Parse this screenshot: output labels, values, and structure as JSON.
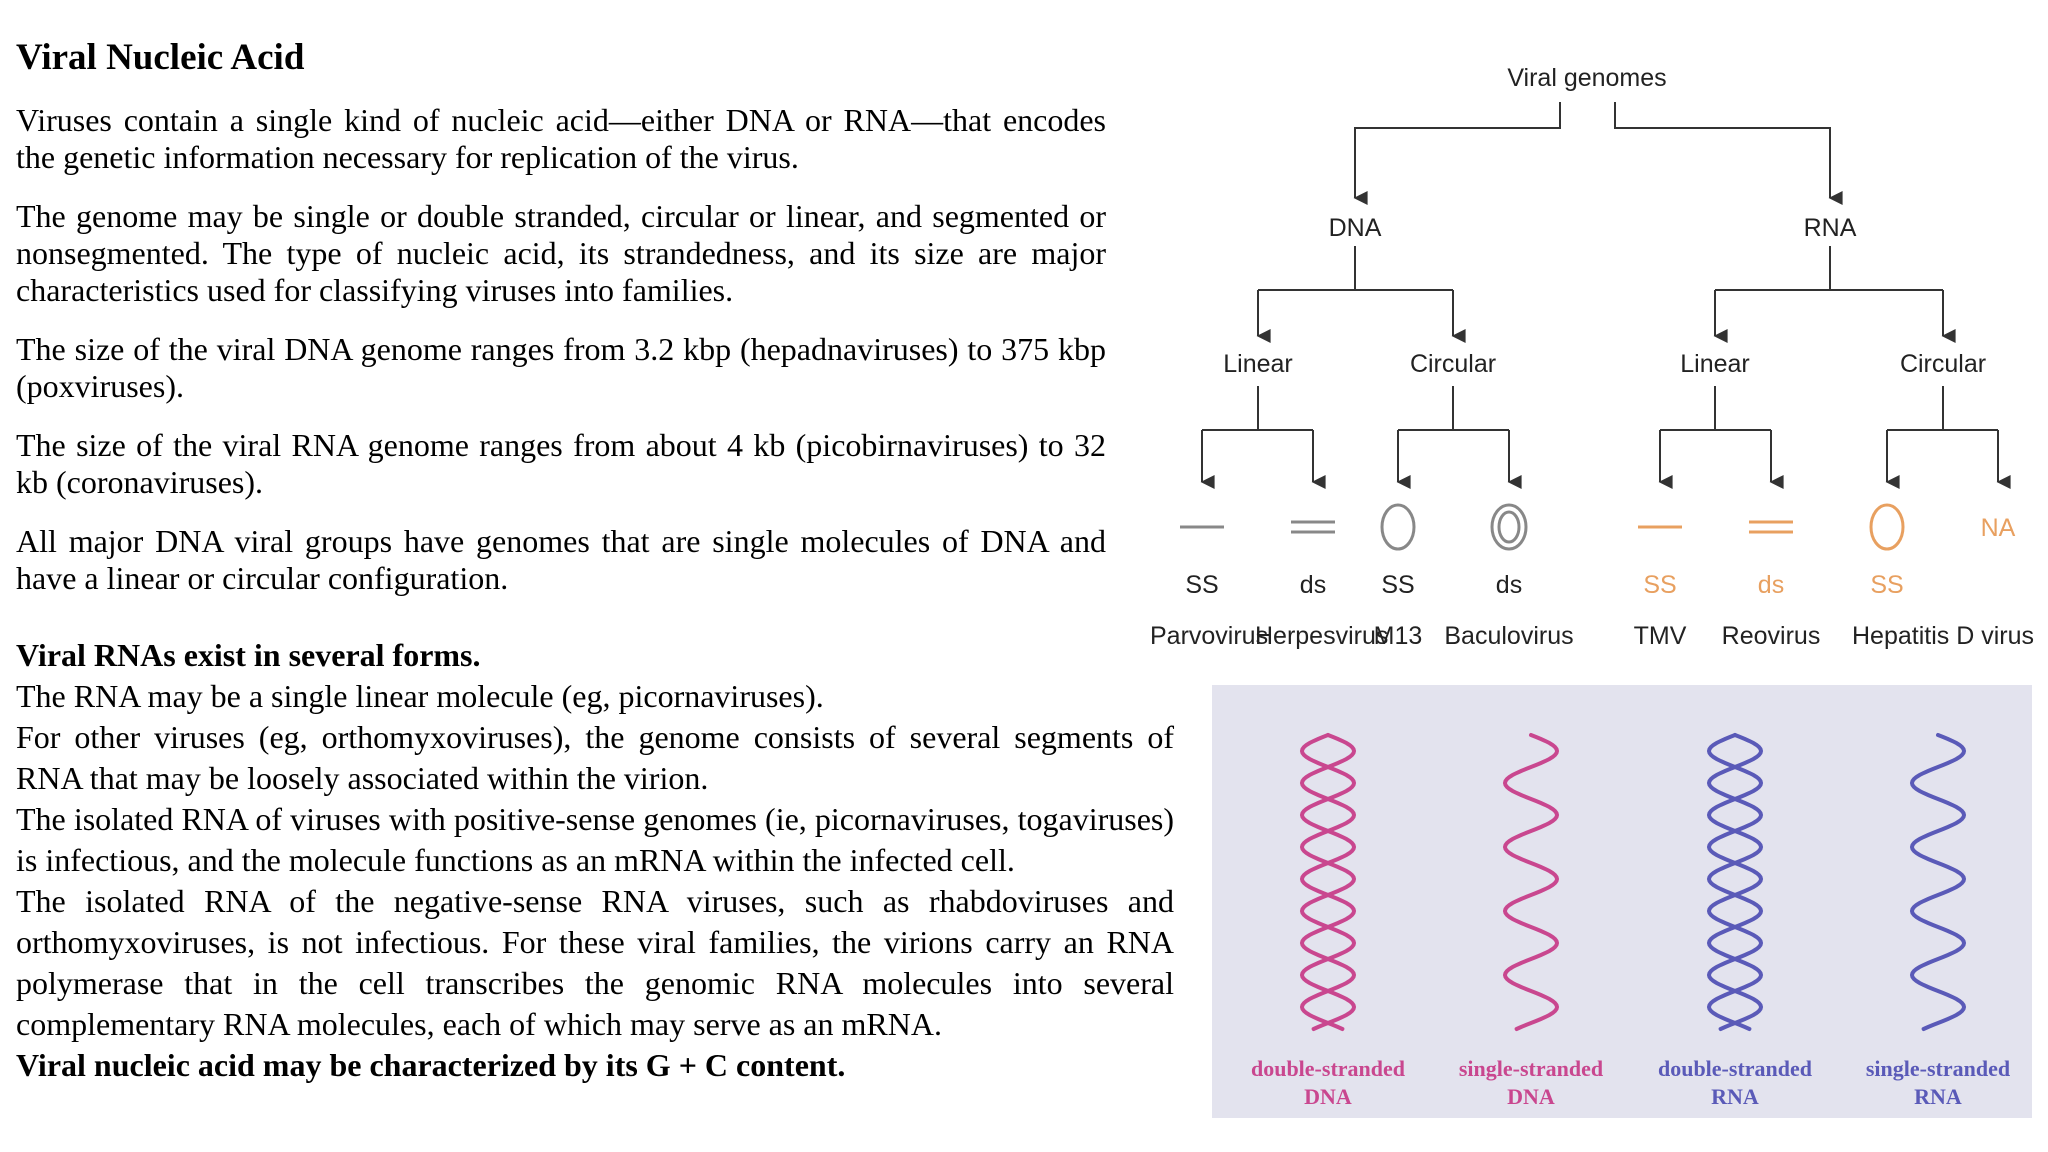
{
  "title": "Viral Nucleic Acid",
  "upper_paragraphs": [
    "Viruses contain a single kind of nucleic acid—either DNA or RNA—that encodes the genetic information necessary for replication of the virus.",
    "The genome may be single or double stranded, circular or linear, and segmented or nonsegmented. The type of nucleic acid, its strandedness, and its size are major characteristics used for classifying viruses into families.",
    "The size of the viral DNA genome ranges from 3.2 kbp (hepadnaviruses) to 375 kbp (poxviruses).",
    "The size of the viral RNA genome ranges from about 4 kb (picobirnaviruses) to 32 kb (coronaviruses).",
    "All major DNA viral groups have genomes that are single molecules of DNA and have a linear or circular configuration."
  ],
  "rna_section": {
    "heading": "Viral RNAs exist in several forms.",
    "lines": [
      "The RNA may be a single linear molecule (eg, picornaviruses).",
      "For other viruses (eg, orthomyxoviruses), the genome consists of several segments of RNA that may be loosely associated within the virion.",
      "The isolated RNA of viruses with positive-sense genomes (ie, picornaviruses, togaviruses) is infectious, and the molecule functions as an mRNA within the infected cell.",
      "The isolated RNA of the negative-sense RNA viruses, such as rhabdoviruses and orthomyxoviruses, is not infectious. For these viral families, the virions carry an RNA polymerase that in the cell transcribes the genomic RNA molecules into several complementary RNA molecules, each of which may serve as an mRNA."
    ],
    "closing": "Viral nucleic acid may be characterized by its G + C content."
  },
  "tree": {
    "root": "Viral genomes",
    "dna": "DNA",
    "rna": "RNA",
    "dna_linear": "Linear",
    "dna_circular": "Circular",
    "rna_linear": "Linear",
    "rna_circular": "Circular",
    "leaves": [
      {
        "strand": "SS",
        "example": "Parvovirus"
      },
      {
        "strand": "ds",
        "example": "Herpesvirus"
      },
      {
        "strand": "SS",
        "example": "M13"
      },
      {
        "strand": "ds",
        "example": "Baculovirus"
      },
      {
        "strand": "SS",
        "example": "TMV"
      },
      {
        "strand": "ds",
        "example": "Reovirus"
      },
      {
        "strand": "SS",
        "example": "Hepatitis D virus"
      }
    ],
    "na_label": "NA",
    "colors": {
      "dna_symbols": "#888888",
      "rna_symbols": "#e8a060",
      "lines": "#333333"
    }
  },
  "helices": [
    {
      "label_top": "double-stranded",
      "label_bottom": "DNA",
      "color": "#c9478f"
    },
    {
      "label_top": "single-stranded",
      "label_bottom": "DNA",
      "color": "#c9478f"
    },
    {
      "label_top": "double-stranded",
      "label_bottom": "RNA",
      "color": "#5a5ab8"
    },
    {
      "label_top": "single-stranded",
      "label_bottom": "RNA",
      "color": "#5a5ab8"
    }
  ]
}
